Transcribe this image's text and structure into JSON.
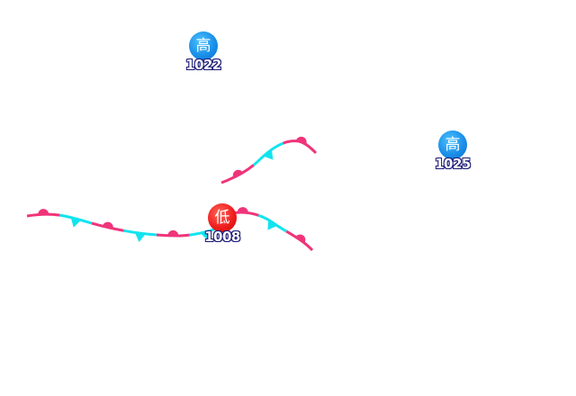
{
  "map": {
    "pressure_centers": [
      {
        "kind": "high",
        "symbol": "高",
        "value": "1022"
      },
      {
        "kind": "high",
        "symbol": "高",
        "value": "1025"
      },
      {
        "kind": "low",
        "symbol": "低",
        "value": "1008"
      }
    ],
    "front_type": "stationary",
    "colors": {
      "warm_front": "#f0347a",
      "cold_front": "#12e4ef",
      "high_badge": "#1a8fe8",
      "low_badge": "#f01e1e",
      "value_outline": "#1c1c78",
      "background": "#ffffff"
    }
  }
}
